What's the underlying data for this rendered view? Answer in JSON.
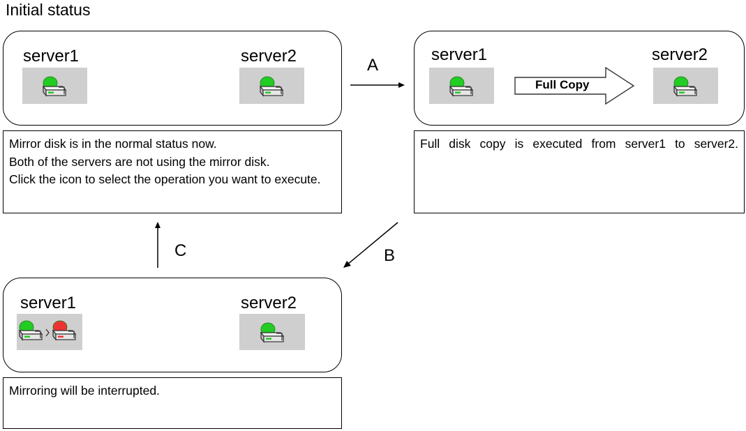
{
  "title": "Initial status",
  "panels": {
    "initial": {
      "server1_label": "server1",
      "server2_label": "server2",
      "server1_icon": "mirror-disk-normal-icon",
      "server2_icon": "mirror-disk-normal-icon"
    },
    "full_copy": {
      "server1_label": "server1",
      "server2_label": "server2",
      "copy_arrow_label": "Full Copy",
      "server1_icon": "mirror-disk-normal-icon",
      "server2_icon": "mirror-disk-normal-icon"
    },
    "interrupted": {
      "server1_label": "server1",
      "server2_label": "server2",
      "server1_icon": "mirror-disk-interrupted-icon",
      "server2_icon": "mirror-disk-normal-icon"
    }
  },
  "notes": {
    "initial": [
      "Mirror disk is in the normal status now.",
      "Both of the servers are not using the mirror disk.",
      "Click the icon to select the operation you want to execute."
    ],
    "full_copy": "Full disk copy is executed from server1 to server2.",
    "interrupted": "Mirroring will be interrupted."
  },
  "transitions": {
    "a": "A",
    "b": "B",
    "c": "C"
  },
  "colors": {
    "icon_background": "#cfcfcf",
    "status_normal": "#22cc22",
    "status_error": "#ee3333",
    "disk_body": "#e6e6e6",
    "disk_outline": "#333333"
  }
}
